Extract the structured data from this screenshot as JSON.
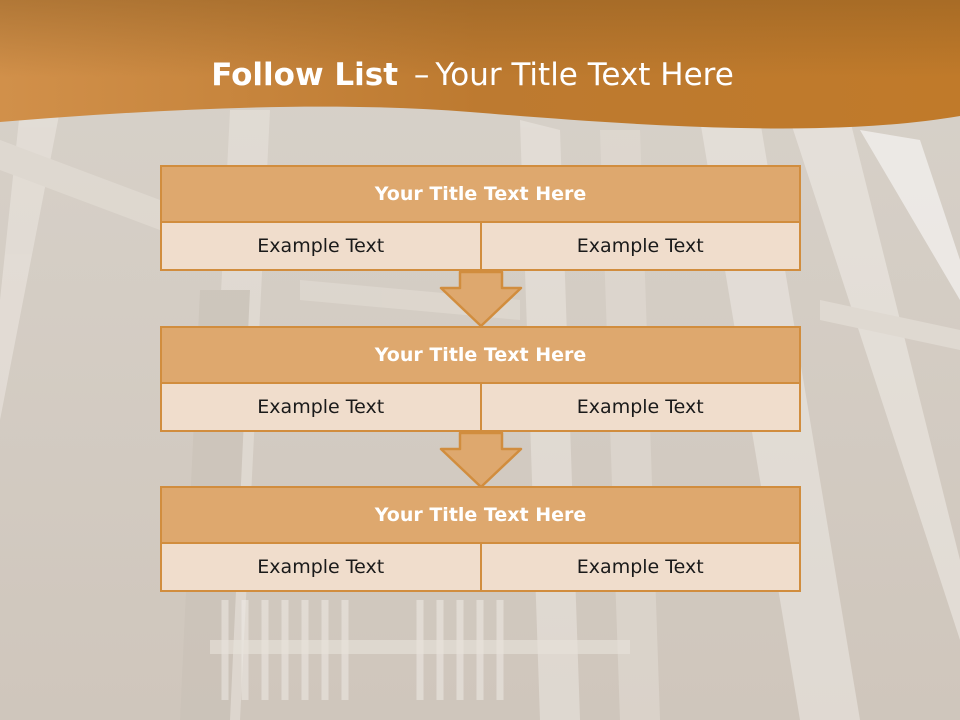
{
  "slide": {
    "title_bold": "Follow List",
    "title_sep": "–",
    "title_rest": "Your Title Text Here",
    "colors": {
      "header_band": "#c4812f",
      "box_border": "#d18d3e",
      "box_title_fill": "#dea86e",
      "cell_fill": "#f0ddcc",
      "background": "#d9d3cb"
    }
  },
  "blocks": [
    {
      "title": "Your Title Text Here",
      "left": "Example Text",
      "right": "Example Text"
    },
    {
      "title": "Your Title Text Here",
      "left": "Example Text",
      "right": "Example Text"
    },
    {
      "title": "Your Title Text Here",
      "left": "Example Text",
      "right": "Example Text"
    }
  ],
  "arrows": [
    {
      "icon": "down-arrow-icon"
    },
    {
      "icon": "down-arrow-icon"
    }
  ]
}
